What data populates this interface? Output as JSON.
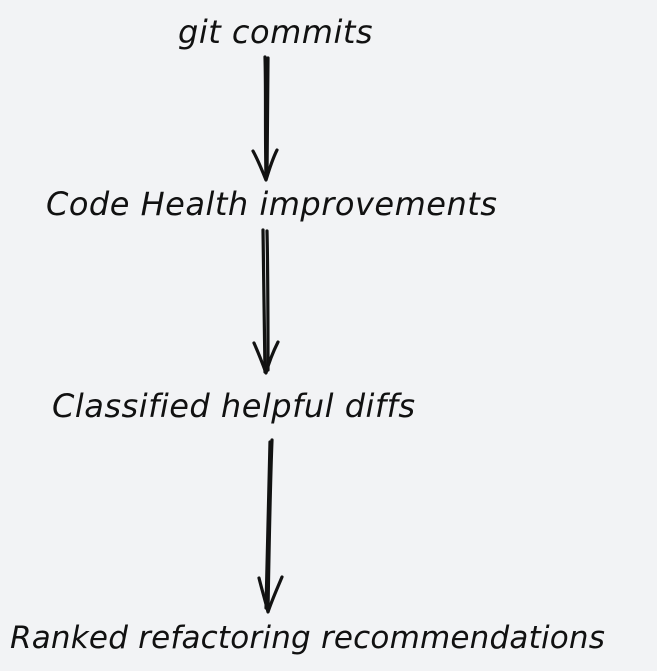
{
  "diagram": {
    "nodes": [
      {
        "id": "n1",
        "label": "git commits"
      },
      {
        "id": "n2",
        "label": "Code Health improvements"
      },
      {
        "id": "n3",
        "label": "Classified helpful diffs"
      },
      {
        "id": "n4",
        "label": "Ranked refactoring recommendations"
      }
    ],
    "edges": [
      {
        "from": "git commits",
        "to": "Code Health improvements"
      },
      {
        "from": "Code Health improvements",
        "to": "Classified helpful diffs"
      },
      {
        "from": "Classified helpful diffs",
        "to": "Ranked refactoring recommendations"
      }
    ],
    "colors": {
      "background": "#f2f3f5",
      "ink": "#121212"
    },
    "style": "hand-drawn sketch"
  }
}
